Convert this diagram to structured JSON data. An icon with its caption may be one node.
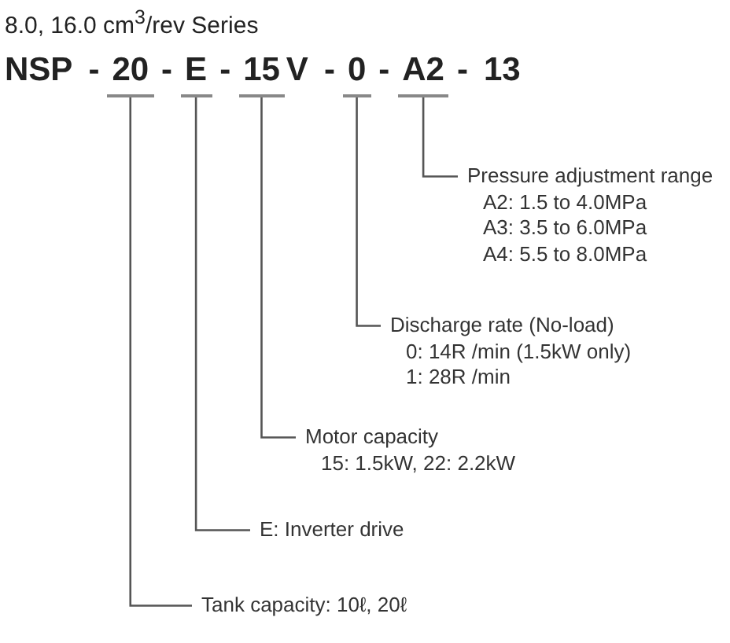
{
  "diagram": {
    "title": "8.0, 16.0 cm$^{3}$/rev Series",
    "nodes": [
      {
        "text": [
          "20"
        ]
      },
      {
        "text": [
          "E"
        ]
      },
      {
        "text": [
          "15"
        ]
      },
      {
        "text": [
          "0"
        ]
      },
      {
        "text": [
          "A2"
        ]
      },
      {
        "text": [
          "Pressure adjustment range",
          "A2: 1.5 to 4.0MPa",
          "A3: 3.5 to 6.0MPa",
          "A4: 5.5 to 8.0MPa"
        ]
      },
      {
        "text": [
          "Discharge rate (No-load)",
          "0: 14R /min (1.5kW only)",
          "1: 28R /min"
        ]
      },
      {
        "text": [
          "Motor capacity",
          "15: 1.5kW, 22: 2.2kW"
        ]
      },
      {
        "text": [
          "E: Inverter drive"
        ]
      },
      {
        "text": [
          "Tank capacity: 10ℓ, 20ℓ"
        ]
      }
    ],
    "edges": [
      {
        "from": 4,
        "to": 5,
        "arrow": "none"
      },
      {
        "from": 3,
        "to": 6,
        "arrow": "none"
      },
      {
        "from": 2,
        "to": 7,
        "arrow": "none"
      },
      {
        "from": 1,
        "to": 8,
        "arrow": "none"
      },
      {
        "from": 0,
        "to": 9,
        "arrow": "none"
      }
    ],
    "labels": [
      "NSP",
      "-",
      "-",
      "-",
      "V",
      "-",
      "-",
      "-",
      "13"
    ]
  }
}
